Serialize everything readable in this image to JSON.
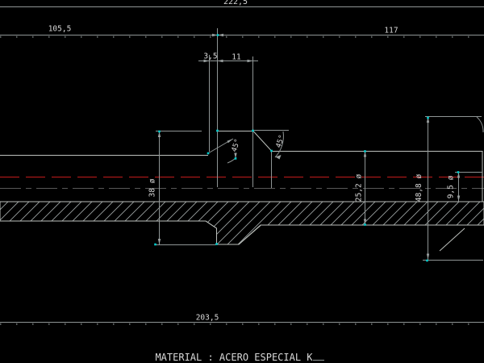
{
  "drawing": {
    "type": "cad-shaft-section-view",
    "material_note": "MATERIAL : ACERO ESPECIAL K",
    "dims": {
      "overall_length": "222,5",
      "left_span": "105,5",
      "right_span": "117",
      "chamfer_width": "3,5",
      "collar_width": "11",
      "body_length": "203,5",
      "dia_collar": "38 ø",
      "dia_shaft": "25,2 ø",
      "dia_flange": "48,8 ø",
      "dia_bore": "9,5 ø",
      "angle_left": "45°",
      "angle_right": "45°"
    },
    "colors": {
      "background": "#000000",
      "geometry": "#bcc0bc",
      "dimension": "#8f9595",
      "text": "#d8d8d8",
      "centerline_red": "#c41c1c",
      "axis_gray": "#585858",
      "hatch": "#9aa0a0",
      "grip_cyan": "#00cccc"
    }
  }
}
